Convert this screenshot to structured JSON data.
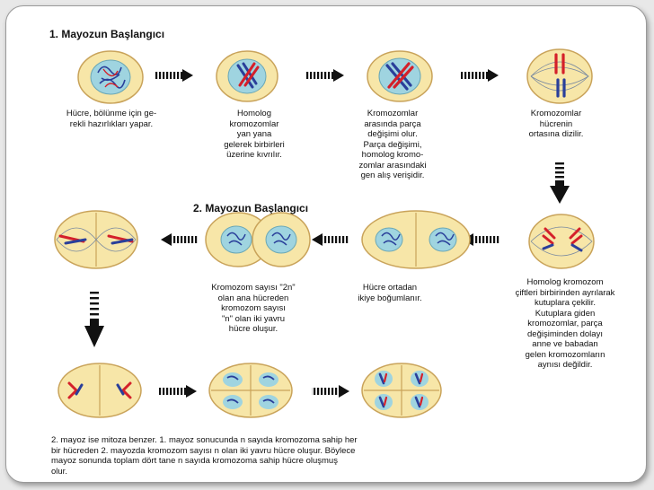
{
  "headings": {
    "section1": "1. Mayozun Başlangıcı",
    "section2": "2. Mayozun Başlangıcı"
  },
  "captions": {
    "interphase": "Hücre, bölünme için ge-\nrekli hazırlıkları yapar.",
    "synapsis": "Homolog\nkromozomlar\nyan yana\ngelerek birbirleri\nüzerine kıvrılır.",
    "crossing_over": "Kromozomlar\narasında parça\ndeğişimi olur.\nParça değişimi,\nhomolog kromo-\nzomlar arasındaki\ngen alış verişidir.",
    "metaphase": "Kromozomlar\nhücrenin\nortasına dizilir.",
    "anaphase": "Homolog kromozom\nçiftleri birbirinden ayrılarak\nkutuplara çekilir.\nKutuplara giden\nkromozomlar, parça\ndeğişiminden dolayı\nanne ve babadan\ngelen kromozomların\naynısı değildir.",
    "telophase": "Hücre ortadan\nikiye boğumlanır.",
    "daughter_cells": "Kromozom sayısı \"2n\"\nolan ana hücreden\nkromozom sayısı\n\"n\" olan iki yavru\nhücre oluşur."
  },
  "footer": {
    "text": "2. mayoz ise mitoza benzer. 1. mayoz sonucunda n sayıda kromozoma sahip her\nbir hücreden 2. mayozda kromozom sayısı n olan iki yavru hücre oluşur. Böylece\nmayoz sonunda toplam dört tane n sayıda kromozoma sahip hücre oluşmuş\nolur."
  },
  "colors": {
    "cell_fill": "#f7e6a8",
    "cell_edge": "#c9a35a",
    "nucleus": "#9fd4e0",
    "chromosome_red": "#d4202a",
    "chromosome_blue": "#2a3f9a",
    "spindle": "#7a8aa0",
    "arrow": "#111111",
    "card_border": "#9a9a9a"
  }
}
